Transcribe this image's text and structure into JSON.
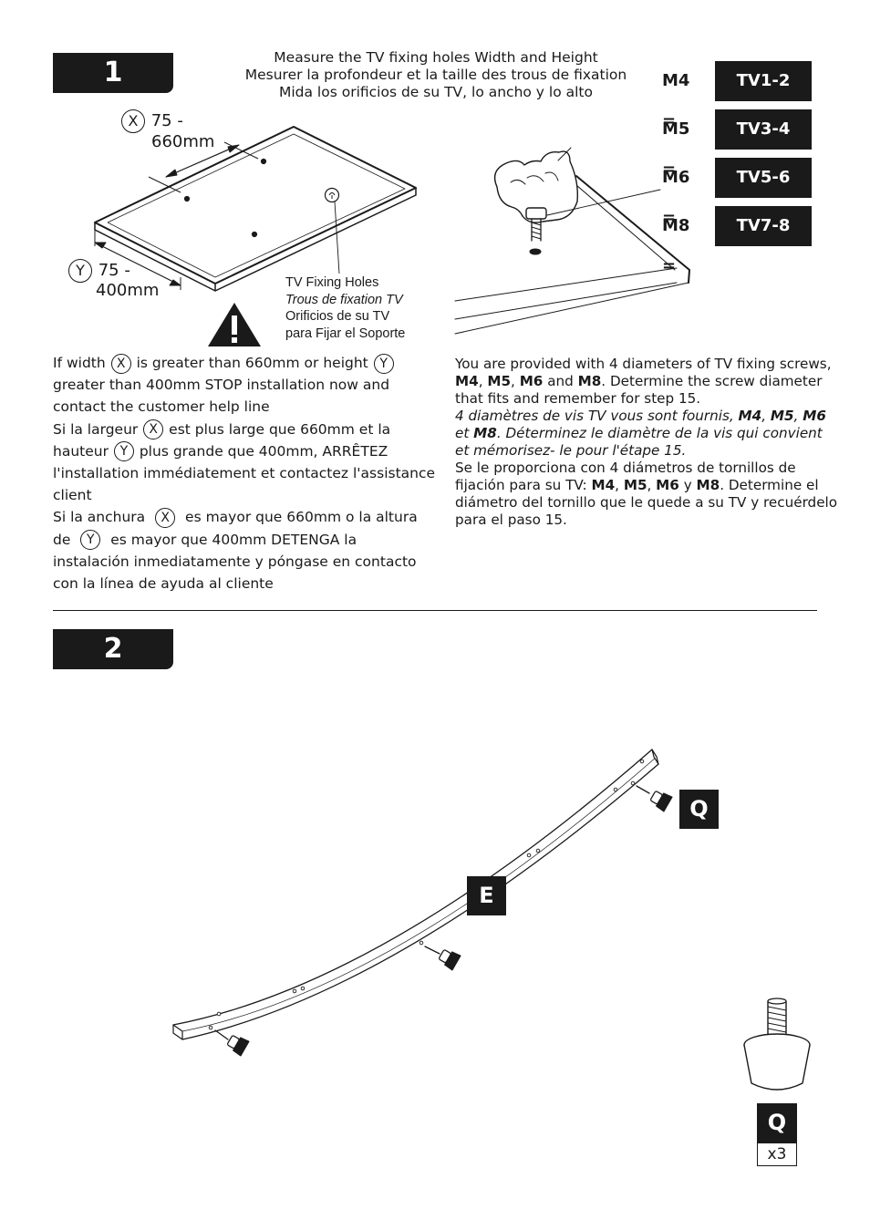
{
  "step1": {
    "number": "1",
    "measure_lines": [
      "Measure the TV fixing holes Width and Height",
      "Mesurer la profondeur et la taille des trous de fixation",
      "Mida los orificios de su TV, lo ancho y lo alto"
    ],
    "dim_x": {
      "axis": "X",
      "range": "75 -",
      "unit_value": "660mm"
    },
    "dim_y": {
      "axis": "Y",
      "range": "75 -",
      "unit_value": "400mm"
    },
    "fixing_holes": {
      "en": "TV Fixing Holes",
      "fr": "Trous de fixation TV",
      "es1": "Orificios de su TV",
      "es2": "para Fijar el Soporte"
    },
    "warning_icon": "exclamation-triangle",
    "screw_sizes": [
      {
        "screw": "M4 =",
        "code": "TV1-2"
      },
      {
        "screw": "M5 =",
        "code": "TV3-4"
      },
      {
        "screw": "M6 =",
        "code": "TV5-6"
      },
      {
        "screw": "M8 =",
        "code": "TV7-8"
      }
    ],
    "warning_text": {
      "en_a": "If width",
      "en_b": "is greater than 660mm or height",
      "en_c": "greater than 400mm STOP installation now and contact the customer help line",
      "fr_a": "Si la largeur",
      "fr_b": "est plus large que 660mm et la hauteur",
      "fr_c": "plus grande que 400mm, ARRÊTEZ l'installation immédiatement et contactez l'assistance client",
      "es_a": "Si la anchura",
      "es_b": "es mayor que 660mm o la altura de",
      "es_c": "es mayor que 400mm DETENGA la instalación inmediatamente y póngase en contacto con la línea de ayuda al cliente"
    },
    "info_text": {
      "en_1": "You are provided with 4 diameters of TV fixing screws,",
      "en_2": "Determine the screw diameter that fits and remember for step 15.",
      "fr_1": "4 diamètres de vis TV vous sont fournis,",
      "fr_2": "Déterminez le diamètre de la vis qui convient et mémorisez- le pour l'étape 15.",
      "es_1": "Se le proporciona con 4 diámetros de tornillos de fijación para su TV:",
      "es_2": "Determine el diámetro del tornillo que le quede a su TV y recuérdelo para el paso 15.",
      "m4": "M4",
      "m5": "M5",
      "m6": "M6",
      "m8": "M8",
      "and": "and",
      "et": "et",
      "y": "y",
      "comma": ",",
      "period": "."
    }
  },
  "step2": {
    "number": "2",
    "part_e": "E",
    "part_q": "Q",
    "part_q_legend": "Q",
    "quantity": "x3"
  }
}
